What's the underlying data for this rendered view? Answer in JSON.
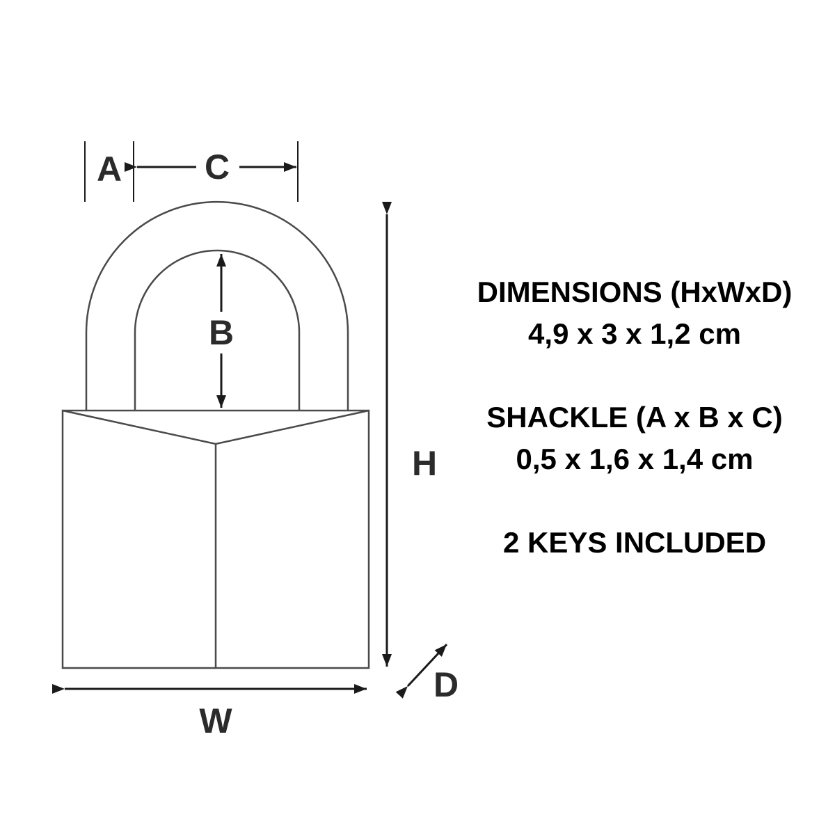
{
  "diagram": {
    "labels": {
      "a": "A",
      "b": "B",
      "c": "C",
      "h": "H",
      "w": "W",
      "d": "D"
    }
  },
  "specs": {
    "dimensions_title": "DIMENSIONS (HxWxD)",
    "dimensions_value": "4,9 x 3 x 1,2 cm",
    "shackle_title": "SHACKLE (A x B x C)",
    "shackle_value": "0,5 x 1,6 x 1,4 cm",
    "keys_note": "2 KEYS INCLUDED"
  },
  "colors": {
    "background": "#ffffff",
    "outline": "#4a4a4a",
    "dimension_line": "#1a1a1a",
    "text": "#000000"
  }
}
